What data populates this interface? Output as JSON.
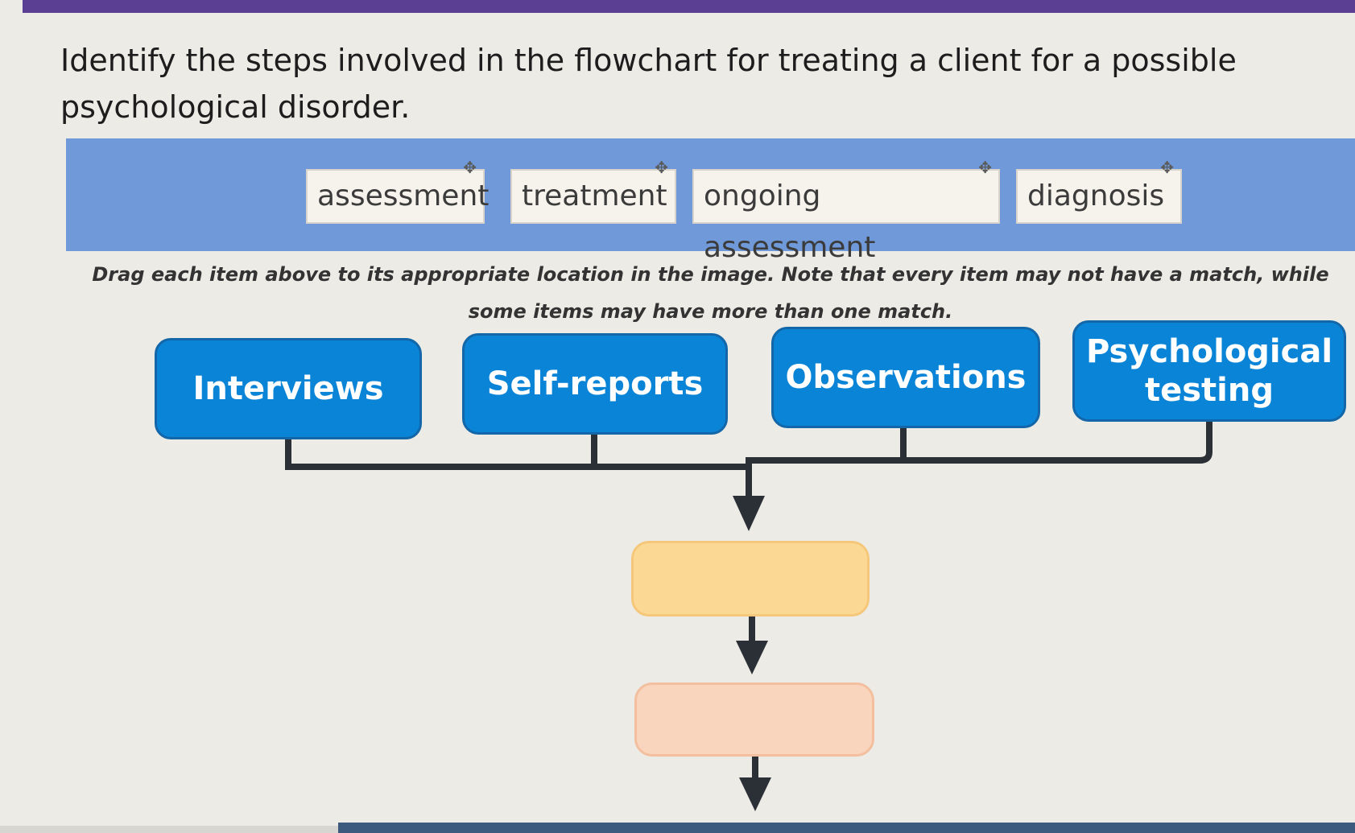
{
  "question": {
    "text": "Identify the steps involved in the flowchart for treating a client for a possible psychological disorder."
  },
  "drag_items": [
    {
      "label": "assessment",
      "icon": "move-icon"
    },
    {
      "label": "treatment",
      "icon": "move-icon"
    },
    {
      "label": "ongoing assessment",
      "icon": "move-icon"
    },
    {
      "label": "diagnosis",
      "icon": "move-icon"
    }
  ],
  "instructions": {
    "text": "Drag each item above to its appropriate location in the image. Note that every item may not have a match, while some items may have more than one match."
  },
  "methods": [
    {
      "label": "Interviews"
    },
    {
      "label": "Self-reports"
    },
    {
      "label": "Observations"
    },
    {
      "label": "Psychological testing"
    }
  ],
  "colors": {
    "method_fill": "#0a84d6",
    "bank_background": "#6f99d8",
    "drop_target_1": "#fbd995",
    "drop_target_2": "#f9d5bd",
    "connector": "#2b2f36",
    "header_band": "#5b3f93"
  }
}
